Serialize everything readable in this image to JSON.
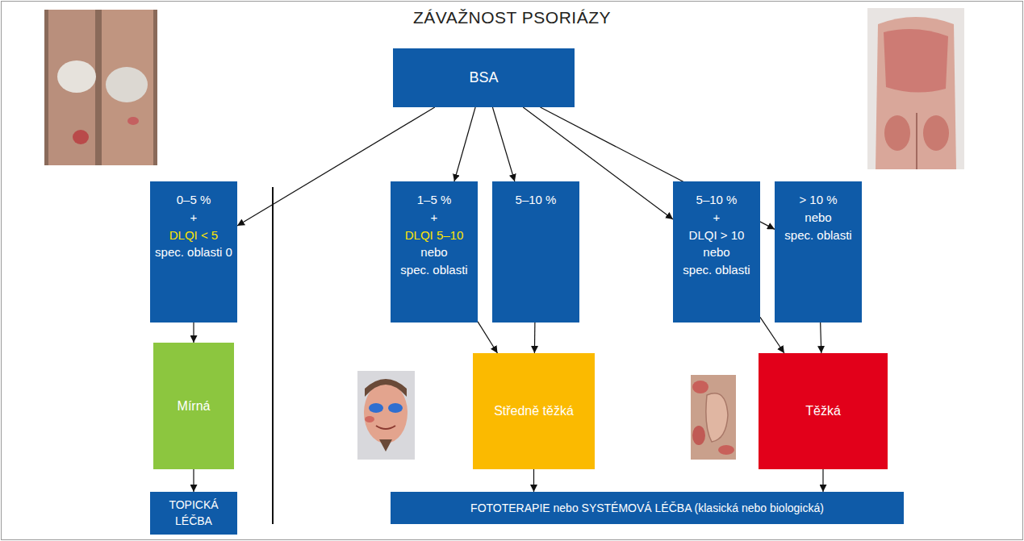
{
  "diagram": {
    "title": "ZÁVAŽNOST PSORIÁZY",
    "nodes": [
      {
        "text": [
          "BSA"
        ]
      },
      {
        "text": [
          "0–5 %",
          "+",
          "DLQI < 5",
          "spec. oblasti 0"
        ]
      },
      {
        "text": [
          "1–5 %",
          "+",
          "DLQI 5–10",
          "nebo",
          "spec. oblasti"
        ]
      },
      {
        "text": [
          "5–10 %"
        ]
      },
      {
        "text": [
          "5–10 %",
          "+",
          "DLQI > 10",
          "nebo",
          "spec. oblasti"
        ]
      },
      {
        "text": [
          "> 10 %",
          "nebo",
          "spec. oblasti"
        ]
      },
      {
        "text": [
          "Mírná"
        ]
      },
      {
        "text": [
          "Středně těžká"
        ]
      },
      {
        "text": [
          "Těžká"
        ]
      },
      {
        "text": [
          "TOPICKÁ LÉČBA"
        ]
      },
      {
        "text": [
          "FOTOTERAPIE nebo SYSTÉMOVÁ LÉČBA (klasická nebo biologická)"
        ]
      }
    ],
    "edges": [
      {
        "from": 0,
        "to": 1,
        "arrow": "to"
      },
      {
        "from": 0,
        "to": 2,
        "arrow": "to"
      },
      {
        "from": 0,
        "to": 3,
        "arrow": "to"
      },
      {
        "from": 0,
        "to": 4,
        "arrow": "to"
      },
      {
        "from": 0,
        "to": 5,
        "arrow": "to"
      },
      {
        "from": 1,
        "to": 6,
        "arrow": "to"
      },
      {
        "from": 2,
        "to": 7,
        "arrow": "to"
      },
      {
        "from": 3,
        "to": 7,
        "arrow": "to"
      },
      {
        "from": 4,
        "to": 8,
        "arrow": "to"
      },
      {
        "from": 5,
        "to": 8,
        "arrow": "to"
      },
      {
        "from": 6,
        "to": 9,
        "arrow": "to"
      },
      {
        "from": 7,
        "to": 10,
        "arrow": "to"
      },
      {
        "from": 8,
        "to": 10,
        "arrow": "to"
      }
    ]
  }
}
